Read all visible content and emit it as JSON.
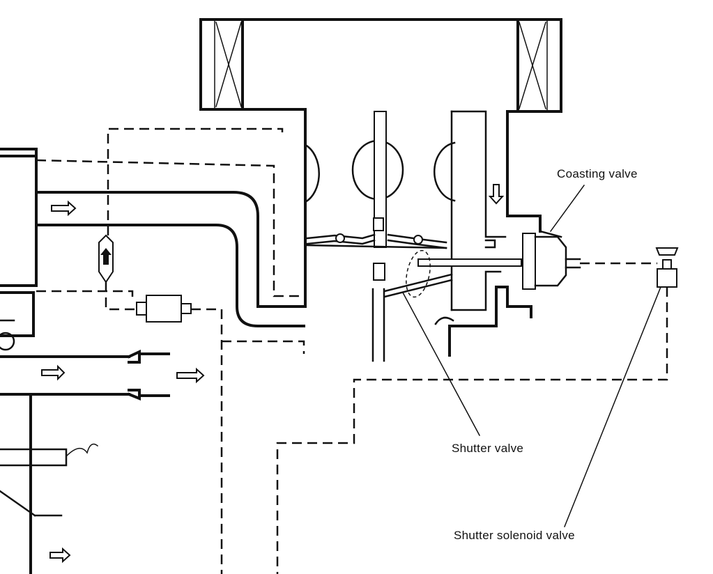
{
  "labels": {
    "coasting_valve": "Coasting valve",
    "shutter_valve": "Shutter valve",
    "shutter_solenoid_valve": "Shutter solenoid valve"
  }
}
